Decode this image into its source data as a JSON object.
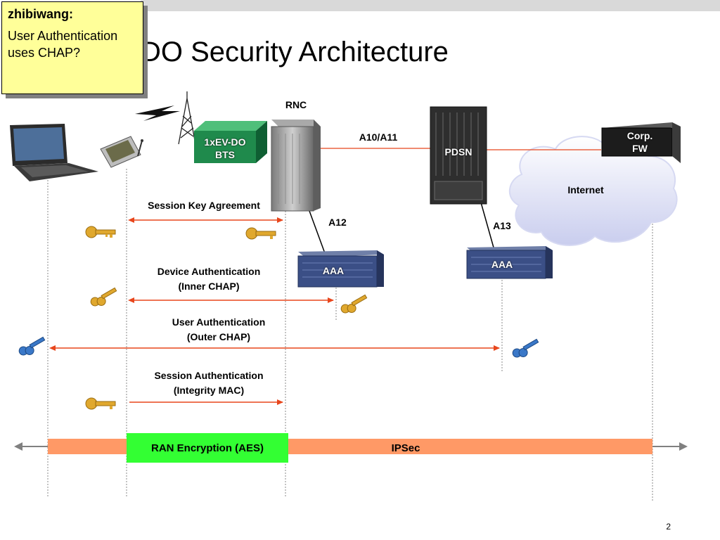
{
  "slide": {
    "title": "DO Security Architecture",
    "page_number": "2"
  },
  "comment": {
    "author": "zhibiwang:",
    "text": "User Authentication uses CHAP?"
  },
  "nodes": {
    "rnc": "RNC",
    "bts": "1xEV-DO BTS",
    "pdsn": "PDSN",
    "corp_fw": "Corp. FW",
    "internet": "Internet",
    "aaa_left": "AAA",
    "aaa_right": "AAA"
  },
  "interfaces": {
    "a10_a11": "A10/A11",
    "a12": "A12",
    "a13": "A13"
  },
  "flows": {
    "session_key": "Session Key Agreement",
    "device_auth_1": "Device Authentication",
    "device_auth_2": "(Inner CHAP)",
    "user_auth_1": "User Authentication",
    "user_auth_2": "(Outer CHAP)",
    "session_auth_1": "Session Authentication",
    "session_auth_2": "(Integrity MAC)"
  },
  "bottom_bar": {
    "ran": "RAN Encryption (AES)",
    "ipsec": "IPSec"
  },
  "colors": {
    "arrow": "#e8461c",
    "bar": "#ff9966",
    "ran_box": "#33ff33",
    "bts_green": "#1f8a4c",
    "key_gold": "#e0a82e",
    "key_blue": "#3a78c8"
  }
}
